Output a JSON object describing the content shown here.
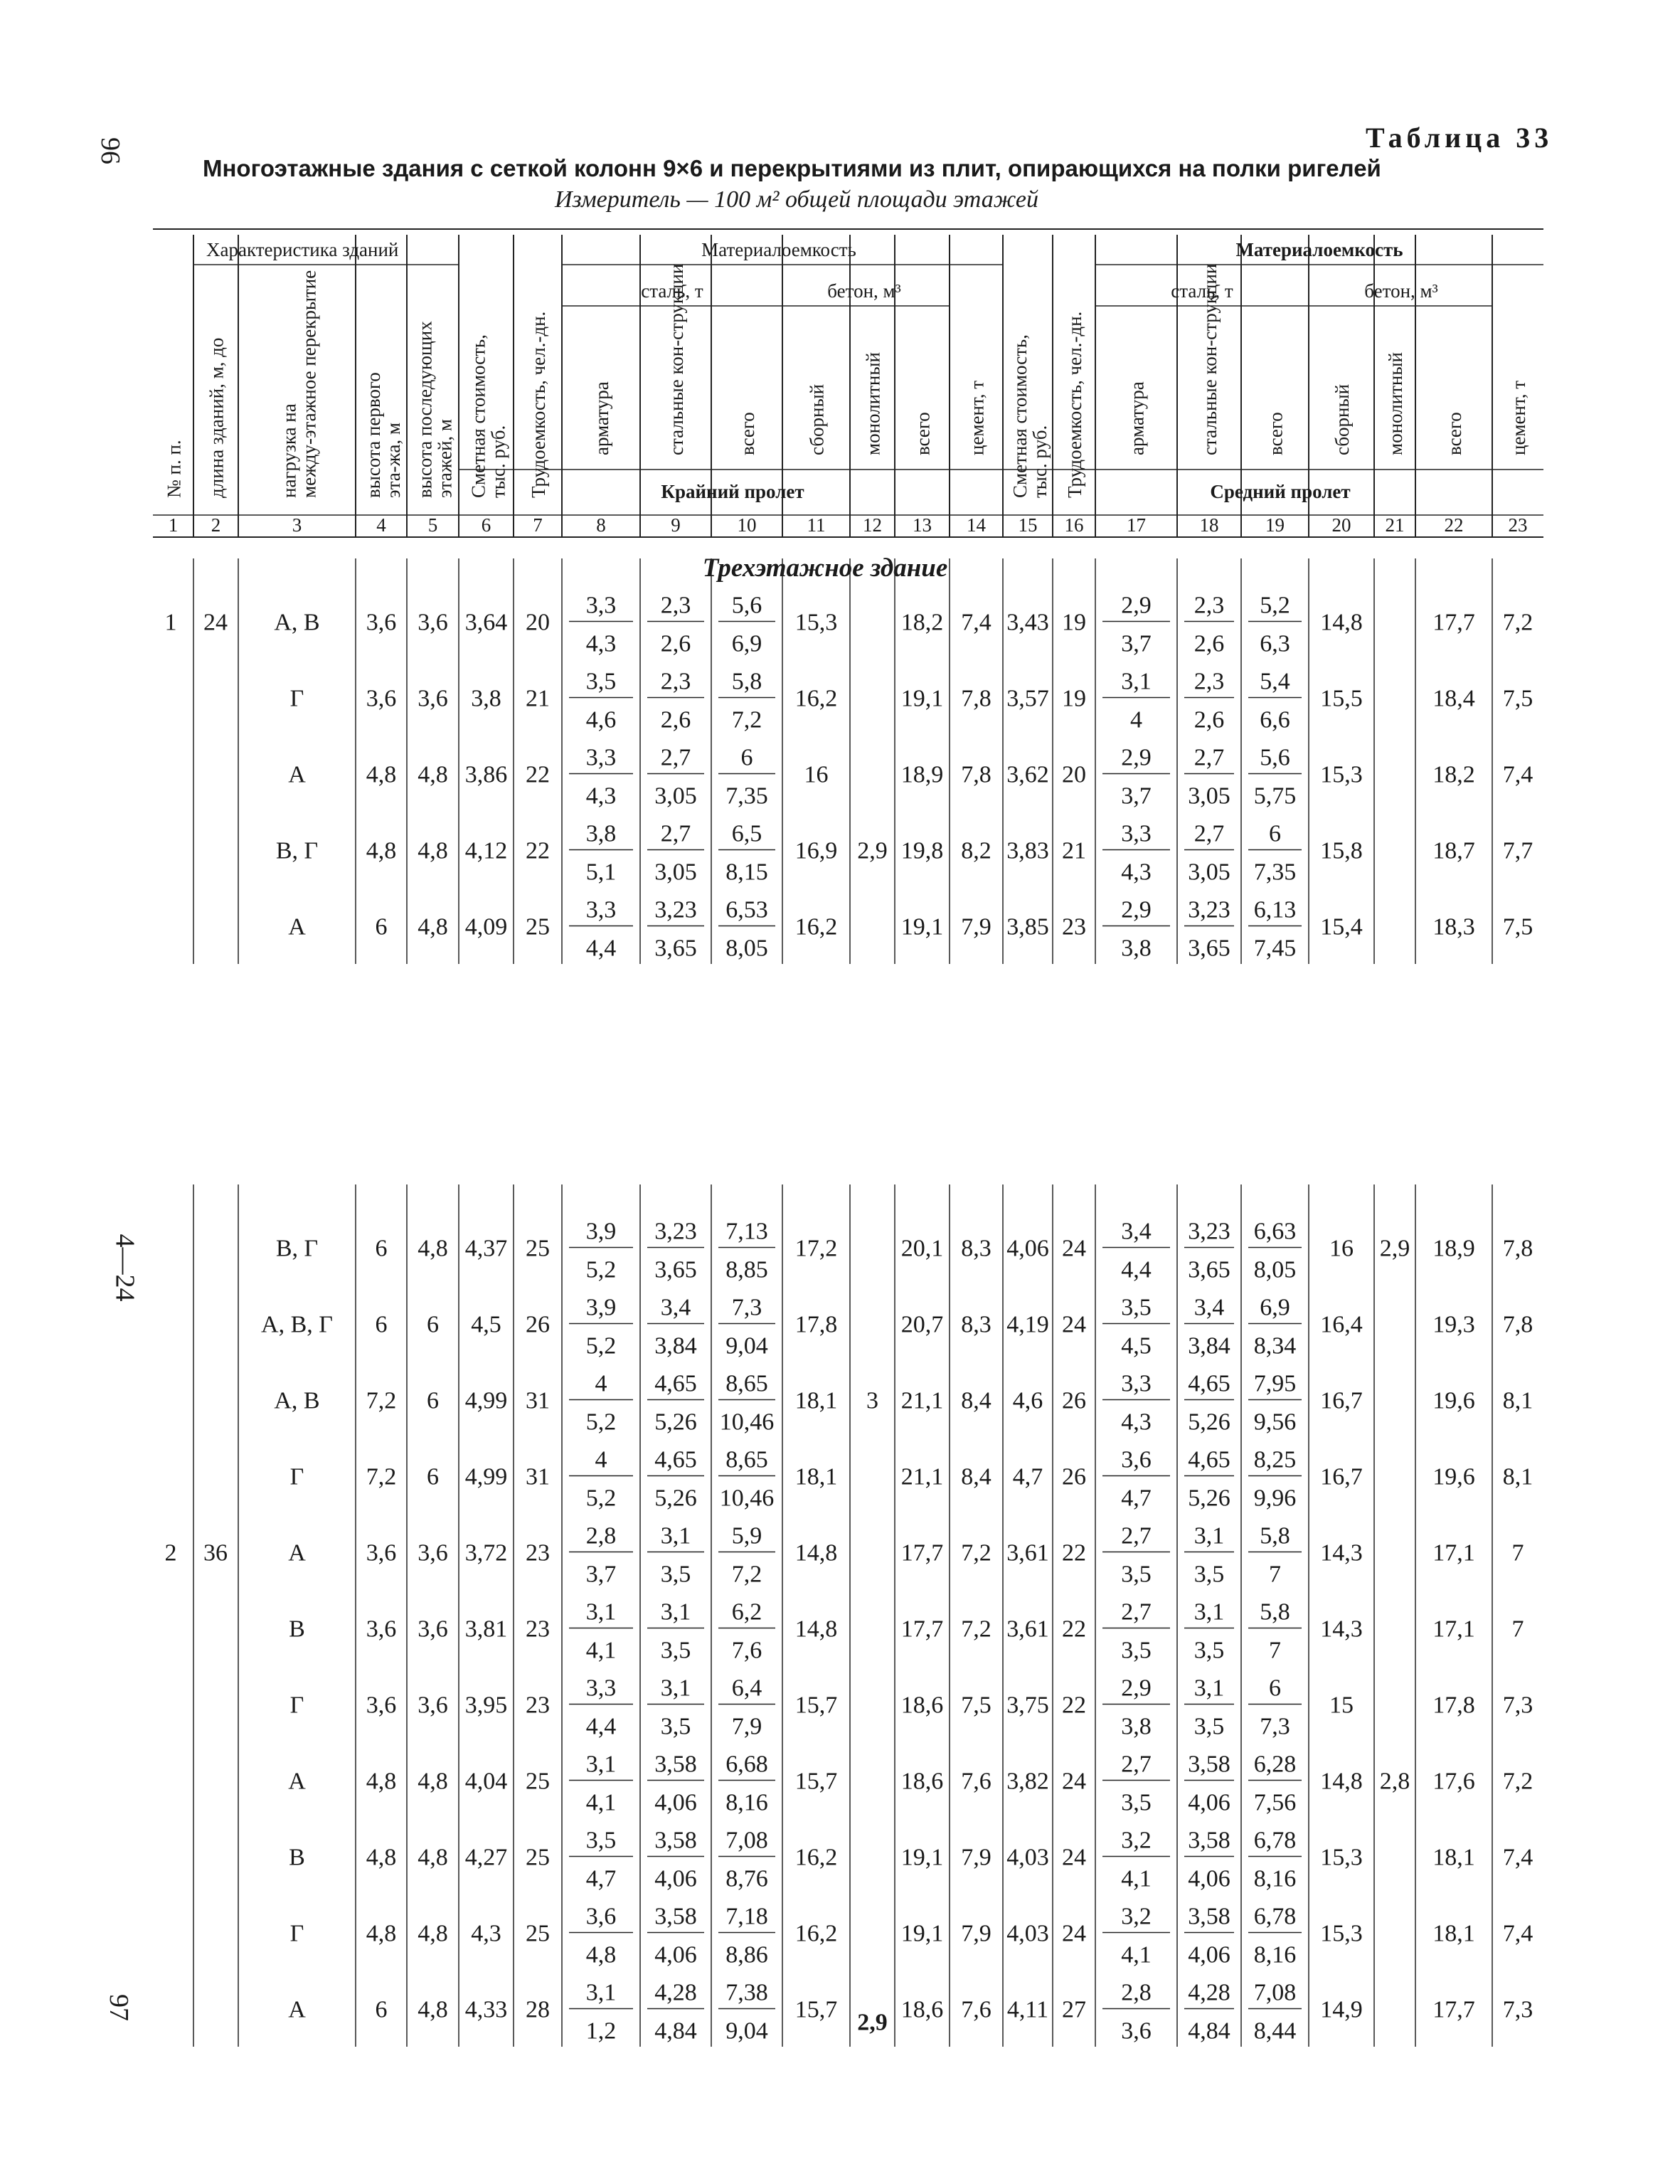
{
  "page": {
    "number_top": "96",
    "number_mid": "4—24",
    "number_bottom": "97"
  },
  "table_label": "Таблица 33",
  "title": "Многоэтажные здания с сеткой колонн 9×6 и перекрытиями из плит, опирающихся на полки ригелей",
  "subtitle": "Измеритель — 100 м² общей площади этажей",
  "header": {
    "group_characteristics": "Характеристика зданий",
    "group_materials_left": "Материалоемкость",
    "group_materials_right": "Материалоемкость",
    "steel_left": "сталь, т",
    "concrete_left": "бетон, м³",
    "steel_right": "сталь, т",
    "concrete_right": "бетон, м³",
    "span_left": "Крайний пролет",
    "span_right": "Средний пролет",
    "col_labels": [
      "№ п. п.",
      "длина зданий, м, до",
      "нагрузка на между-этажное перекрытие",
      "высота первого эта-жа, м",
      "высота последующих этажей, м",
      "Сметная стоимость, тыс. руб.",
      "Трудоемкость, чел.-дн.",
      "арматура",
      "стальные кон-струкции",
      "всего",
      "сборный",
      "монолитный",
      "всего",
      "цемент, т",
      "Сметная стоимость, тыс. руб.",
      "Трудоемкость, чел.-дн.",
      "арматура",
      "стальные кон-струкции",
      "всего",
      "сборный",
      "монолитный",
      "всего",
      "цемент, т"
    ],
    "col_numbers": [
      "1",
      "2",
      "3",
      "4",
      "5",
      "6",
      "7",
      "8",
      "9",
      "10",
      "11",
      "12",
      "13",
      "14",
      "15",
      "16",
      "17",
      "18",
      "19",
      "20",
      "21",
      "22",
      "23"
    ]
  },
  "section1_title": "Трехэтажное здание",
  "group1": {
    "num": "1",
    "length": "24",
    "mono_left": "2,9",
    "mono_right": "",
    "rows": [
      {
        "load": "А, В",
        "h1": "3,6",
        "h2": "3,6",
        "cost_l": "3,64",
        "labor_l": "20",
        "arm_l": [
          "3,3",
          "4,3"
        ],
        "stc_l": [
          "2,3",
          "2,6"
        ],
        "tot_l": [
          "5,6",
          "6,9"
        ],
        "pre_l": "15,3",
        "btot_l": "18,2",
        "cem_l": "7,4",
        "cost_r": "3,43",
        "labor_r": "19",
        "arm_r": [
          "2,9",
          "3,7"
        ],
        "stc_r": [
          "2,3",
          "2,6"
        ],
        "tot_r": [
          "5,2",
          "6,3"
        ],
        "pre_r": "14,8",
        "btot_r": "17,7",
        "cem_r": "7,2"
      },
      {
        "load": "Г",
        "h1": "3,6",
        "h2": "3,6",
        "cost_l": "3,8",
        "labor_l": "21",
        "arm_l": [
          "3,5",
          "4,6"
        ],
        "stc_l": [
          "2,3",
          "2,6"
        ],
        "tot_l": [
          "5,8",
          "7,2"
        ],
        "pre_l": "16,2",
        "btot_l": "19,1",
        "cem_l": "7,8",
        "cost_r": "3,57",
        "labor_r": "19",
        "arm_r": [
          "3,1",
          "4"
        ],
        "stc_r": [
          "2,3",
          "2,6"
        ],
        "tot_r": [
          "5,4",
          "6,6"
        ],
        "pre_r": "15,5",
        "btot_r": "18,4",
        "cem_r": "7,5"
      },
      {
        "load": "А",
        "h1": "4,8",
        "h2": "4,8",
        "cost_l": "3,86",
        "labor_l": "22",
        "arm_l": [
          "3,3",
          "4,3"
        ],
        "stc_l": [
          "2,7",
          "3,05"
        ],
        "tot_l": [
          "6",
          "7,35"
        ],
        "pre_l": "16",
        "btot_l": "18,9",
        "cem_l": "7,8",
        "cost_r": "3,62",
        "labor_r": "20",
        "arm_r": [
          "2,9",
          "3,7"
        ],
        "stc_r": [
          "2,7",
          "3,05"
        ],
        "tot_r": [
          "5,6",
          "5,75"
        ],
        "pre_r": "15,3",
        "btot_r": "18,2",
        "cem_r": "7,4"
      },
      {
        "load": "В, Г",
        "h1": "4,8",
        "h2": "4,8",
        "cost_l": "4,12",
        "labor_l": "22",
        "arm_l": [
          "3,8",
          "5,1"
        ],
        "stc_l": [
          "2,7",
          "3,05"
        ],
        "tot_l": [
          "6,5",
          "8,15"
        ],
        "pre_l": "16,9",
        "btot_l": "19,8",
        "cem_l": "8,2",
        "cost_r": "3,83",
        "labor_r": "21",
        "arm_r": [
          "3,3",
          "4,3"
        ],
        "stc_r": [
          "2,7",
          "3,05"
        ],
        "tot_r": [
          "6",
          "7,35"
        ],
        "pre_r": "15,8",
        "btot_r": "18,7",
        "cem_r": "7,7"
      },
      {
        "load": "А",
        "h1": "6",
        "h2": "4,8",
        "cost_l": "4,09",
        "labor_l": "25",
        "arm_l": [
          "3,3",
          "4,4"
        ],
        "stc_l": [
          "3,23",
          "3,65"
        ],
        "tot_l": [
          "6,53",
          "8,05"
        ],
        "pre_l": "16,2",
        "btot_l": "19,1",
        "cem_l": "7,9",
        "cost_r": "3,85",
        "labor_r": "23",
        "arm_r": [
          "2,9",
          "3,8"
        ],
        "stc_r": [
          "3,23",
          "3,65"
        ],
        "tot_r": [
          "6,13",
          "7,45"
        ],
        "pre_r": "15,4",
        "btot_r": "18,3",
        "cem_r": "7,5"
      }
    ]
  },
  "group2": {
    "num": "2",
    "length": "36",
    "mono_left_a": "3",
    "mono_left_b": "2,9",
    "mono_right_a": "2,9",
    "mono_right_b": "2,8",
    "rows": [
      {
        "load": "В, Г",
        "h1": "6",
        "h2": "4,8",
        "cost_l": "4,37",
        "labor_l": "25",
        "arm_l": [
          "3,9",
          "5,2"
        ],
        "stc_l": [
          "3,23",
          "3,65"
        ],
        "tot_l": [
          "7,13",
          "8,85"
        ],
        "pre_l": "17,2",
        "btot_l": "20,1",
        "cem_l": "8,3",
        "cost_r": "4,06",
        "labor_r": "24",
        "arm_r": [
          "3,4",
          "4,4"
        ],
        "stc_r": [
          "3,23",
          "3,65"
        ],
        "tot_r": [
          "6,63",
          "8,05"
        ],
        "pre_r": "16",
        "btot_r": "18,9",
        "cem_r": "7,8"
      },
      {
        "load": "А, В, Г",
        "h1": "6",
        "h2": "6",
        "cost_l": "4,5",
        "labor_l": "26",
        "arm_l": [
          "3,9",
          "5,2"
        ],
        "stc_l": [
          "3,4",
          "3,84"
        ],
        "tot_l": [
          "7,3",
          "9,04"
        ],
        "pre_l": "17,8",
        "btot_l": "20,7",
        "cem_l": "8,3",
        "cost_r": "4,19",
        "labor_r": "24",
        "arm_r": [
          "3,5",
          "4,5"
        ],
        "stc_r": [
          "3,4",
          "3,84"
        ],
        "tot_r": [
          "6,9",
          "8,34"
        ],
        "pre_r": "16,4",
        "btot_r": "19,3",
        "cem_r": "7,8"
      },
      {
        "load": "А, В",
        "h1": "7,2",
        "h2": "6",
        "cost_l": "4,99",
        "labor_l": "31",
        "arm_l": [
          "4",
          "5,2"
        ],
        "stc_l": [
          "4,65",
          "5,26"
        ],
        "tot_l": [
          "8,65",
          "10,46"
        ],
        "pre_l": "18,1",
        "btot_l": "21,1",
        "cem_l": "8,4",
        "cost_r": "4,6",
        "labor_r": "26",
        "arm_r": [
          "3,3",
          "4,3"
        ],
        "stc_r": [
          "4,65",
          "5,26"
        ],
        "tot_r": [
          "7,95",
          "9,56"
        ],
        "pre_r": "16,7",
        "btot_r": "19,6",
        "cem_r": "8,1"
      },
      {
        "load": "Г",
        "h1": "7,2",
        "h2": "6",
        "cost_l": "4,99",
        "labor_l": "31",
        "arm_l": [
          "4",
          "5,2"
        ],
        "stc_l": [
          "4,65",
          "5,26"
        ],
        "tot_l": [
          "8,65",
          "10,46"
        ],
        "pre_l": "18,1",
        "btot_l": "21,1",
        "cem_l": "8,4",
        "cost_r": "4,7",
        "labor_r": "26",
        "arm_r": [
          "3,6",
          "4,7"
        ],
        "stc_r": [
          "4,65",
          "5,26"
        ],
        "tot_r": [
          "8,25",
          "9,96"
        ],
        "pre_r": "16,7",
        "btot_r": "19,6",
        "cem_r": "8,1"
      },
      {
        "load": "А",
        "h1": "3,6",
        "h2": "3,6",
        "cost_l": "3,72",
        "labor_l": "23",
        "arm_l": [
          "2,8",
          "3,7"
        ],
        "stc_l": [
          "3,1",
          "3,5"
        ],
        "tot_l": [
          "5,9",
          "7,2"
        ],
        "pre_l": "14,8",
        "btot_l": "17,7",
        "cem_l": "7,2",
        "cost_r": "3,61",
        "labor_r": "22",
        "arm_r": [
          "2,7",
          "3,5"
        ],
        "stc_r": [
          "3,1",
          "3,5"
        ],
        "tot_r": [
          "5,8",
          "7"
        ],
        "pre_r": "14,3",
        "btot_r": "17,1",
        "cem_r": "7"
      },
      {
        "load": "В",
        "h1": "3,6",
        "h2": "3,6",
        "cost_l": "3,81",
        "labor_l": "23",
        "arm_l": [
          "3,1",
          "4,1"
        ],
        "stc_l": [
          "3,1",
          "3,5"
        ],
        "tot_l": [
          "6,2",
          "7,6"
        ],
        "pre_l": "14,8",
        "btot_l": "17,7",
        "cem_l": "7,2",
        "cost_r": "3,61",
        "labor_r": "22",
        "arm_r": [
          "2,7",
          "3,5"
        ],
        "stc_r": [
          "3,1",
          "3,5"
        ],
        "tot_r": [
          "5,8",
          "7"
        ],
        "pre_r": "14,3",
        "btot_r": "17,1",
        "cem_r": "7"
      },
      {
        "load": "Г",
        "h1": "3,6",
        "h2": "3,6",
        "cost_l": "3,95",
        "labor_l": "23",
        "arm_l": [
          "3,3",
          "4,4"
        ],
        "stc_l": [
          "3,1",
          "3,5"
        ],
        "tot_l": [
          "6,4",
          "7,9"
        ],
        "pre_l": "15,7",
        "btot_l": "18,6",
        "cem_l": "7,5",
        "cost_r": "3,75",
        "labor_r": "22",
        "arm_r": [
          "2,9",
          "3,8"
        ],
        "stc_r": [
          "3,1",
          "3,5"
        ],
        "tot_r": [
          "6",
          "7,3"
        ],
        "pre_r": "15",
        "btot_r": "17,8",
        "cem_r": "7,3"
      },
      {
        "load": "А",
        "h1": "4,8",
        "h2": "4,8",
        "cost_l": "4,04",
        "labor_l": "25",
        "arm_l": [
          "3,1",
          "4,1"
        ],
        "stc_l": [
          "3,58",
          "4,06"
        ],
        "tot_l": [
          "6,68",
          "8,16"
        ],
        "pre_l": "15,7",
        "btot_l": "18,6",
        "cem_l": "7,6",
        "cost_r": "3,82",
        "labor_r": "24",
        "arm_r": [
          "2,7",
          "3,5"
        ],
        "stc_r": [
          "3,58",
          "4,06"
        ],
        "tot_r": [
          "6,28",
          "7,56"
        ],
        "pre_r": "14,8",
        "btot_r": "17,6",
        "cem_r": "7,2"
      },
      {
        "load": "В",
        "h1": "4,8",
        "h2": "4,8",
        "cost_l": "4,27",
        "labor_l": "25",
        "arm_l": [
          "3,5",
          "4,7"
        ],
        "stc_l": [
          "3,58",
          "4,06"
        ],
        "tot_l": [
          "7,08",
          "8,76"
        ],
        "pre_l": "16,2",
        "btot_l": "19,1",
        "cem_l": "7,9",
        "cost_r": "4,03",
        "labor_r": "24",
        "arm_r": [
          "3,2",
          "4,1"
        ],
        "stc_r": [
          "3,58",
          "4,06"
        ],
        "tot_r": [
          "6,78",
          "8,16"
        ],
        "pre_r": "15,3",
        "btot_r": "18,1",
        "cem_r": "7,4"
      },
      {
        "load": "Г",
        "h1": "4,8",
        "h2": "4,8",
        "cost_l": "4,3",
        "labor_l": "25",
        "arm_l": [
          "3,6",
          "4,8"
        ],
        "stc_l": [
          "3,58",
          "4,06"
        ],
        "tot_l": [
          "7,18",
          "8,86"
        ],
        "pre_l": "16,2",
        "btot_l": "19,1",
        "cem_l": "7,9",
        "cost_r": "4,03",
        "labor_r": "24",
        "arm_r": [
          "3,2",
          "4,1"
        ],
        "stc_r": [
          "3,58",
          "4,06"
        ],
        "tot_r": [
          "6,78",
          "8,16"
        ],
        "pre_r": "15,3",
        "btot_r": "18,1",
        "cem_r": "7,4"
      },
      {
        "load": "А",
        "h1": "6",
        "h2": "4,8",
        "cost_l": "4,33",
        "labor_l": "28",
        "arm_l": [
          "3,1",
          "1,2"
        ],
        "stc_l": [
          "4,28",
          "4,84"
        ],
        "tot_l": [
          "7,38",
          "9,04"
        ],
        "pre_l": "15,7",
        "btot_l": "18,6",
        "cem_l": "7,6",
        "cost_r": "4,11",
        "labor_r": "27",
        "arm_r": [
          "2,8",
          "3,6"
        ],
        "stc_r": [
          "4,28",
          "4,84"
        ],
        "tot_r": [
          "7,08",
          "8,44"
        ],
        "pre_r": "14,9",
        "btot_r": "17,7",
        "cem_r": "7,3"
      }
    ]
  }
}
